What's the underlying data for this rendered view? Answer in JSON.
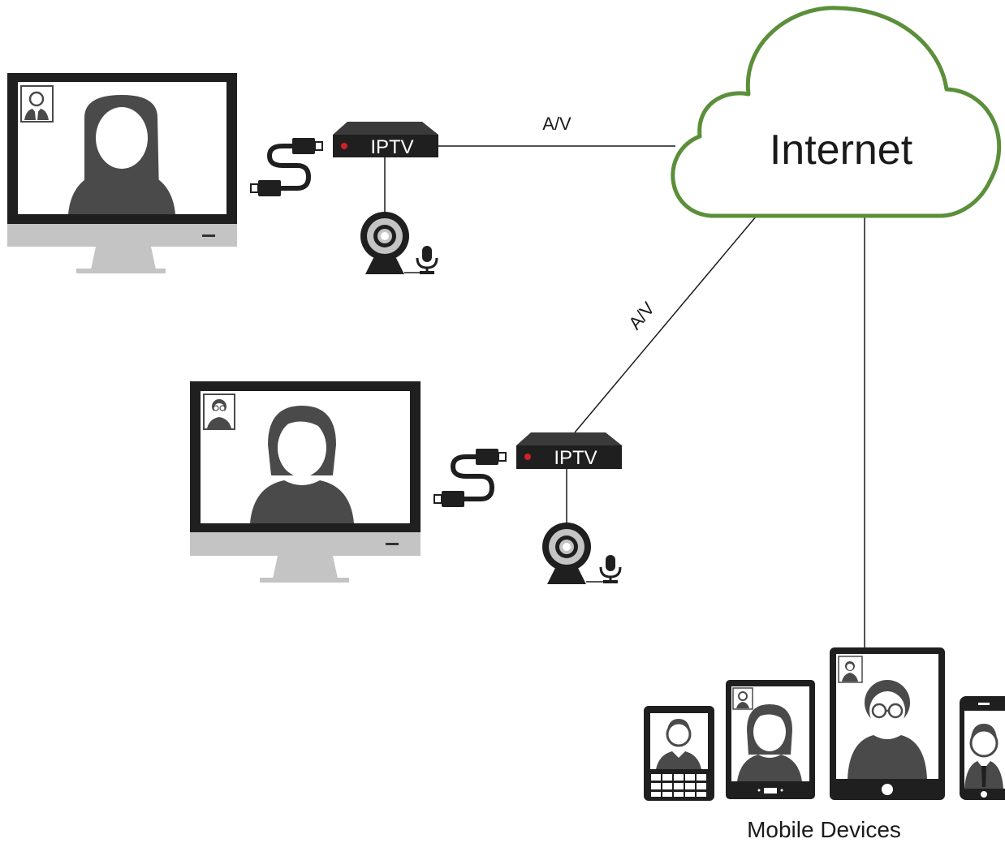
{
  "cloud": {
    "label": "Internet",
    "color": "#5b8f3a"
  },
  "links": [
    {
      "label": "A/V"
    },
    {
      "label": "A/V"
    }
  ],
  "boxes": [
    {
      "label": "IPTV"
    },
    {
      "label": "IPTV"
    }
  ],
  "mobile": {
    "label": "Mobile Devices"
  },
  "colors": {
    "device": "#1f1f1f",
    "person": "#4a4a4a",
    "stand": "#c4c4c4",
    "led": "#d0212a",
    "line": "#1a1a1a"
  },
  "icons": [
    "monitor-icon",
    "person-icon",
    "hdmi-cable-icon",
    "webcam-icon",
    "microphone-icon",
    "cloud-icon",
    "phone-icon",
    "tablet-icon"
  ]
}
